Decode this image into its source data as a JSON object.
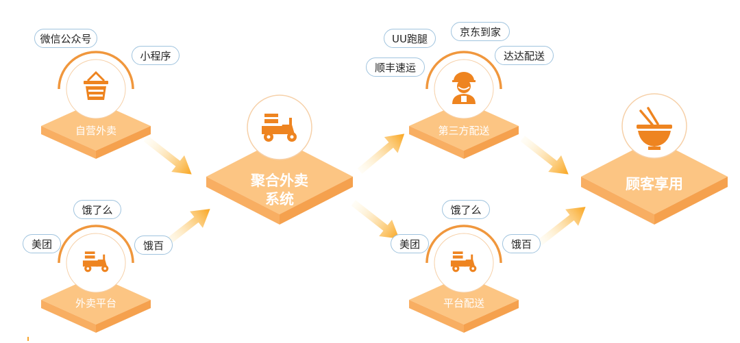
{
  "nodes": {
    "self_takeaway": {
      "label": "自营外卖",
      "channels": [
        "微信公众号",
        "小程序"
      ]
    },
    "takeaway_platform": {
      "label": "外卖平台",
      "channels": [
        "饿了么",
        "美团",
        "饿百"
      ]
    },
    "aggregator": {
      "label_line1": "聚合外卖",
      "label_line2": "系统"
    },
    "third_party_delivery": {
      "label": "第三方配送",
      "channels": [
        "UU跑腿",
        "京东到家",
        "顺丰速运",
        "达达配送"
      ]
    },
    "platform_delivery": {
      "label": "平台配送",
      "channels": [
        "饿了么",
        "美团",
        "饿百"
      ]
    },
    "customer": {
      "label": "顾客享用"
    }
  },
  "colors": {
    "diamond_top": "#fcc583",
    "diamond_side": "#f8ae62",
    "icon": "#ee8420",
    "ring": "#f0973d",
    "arrow": "#f9a51f",
    "pill_border": "#9fc3de"
  },
  "icons": [
    "basket-icon",
    "scooter-icon",
    "courier-icon",
    "bowl-icon"
  ]
}
